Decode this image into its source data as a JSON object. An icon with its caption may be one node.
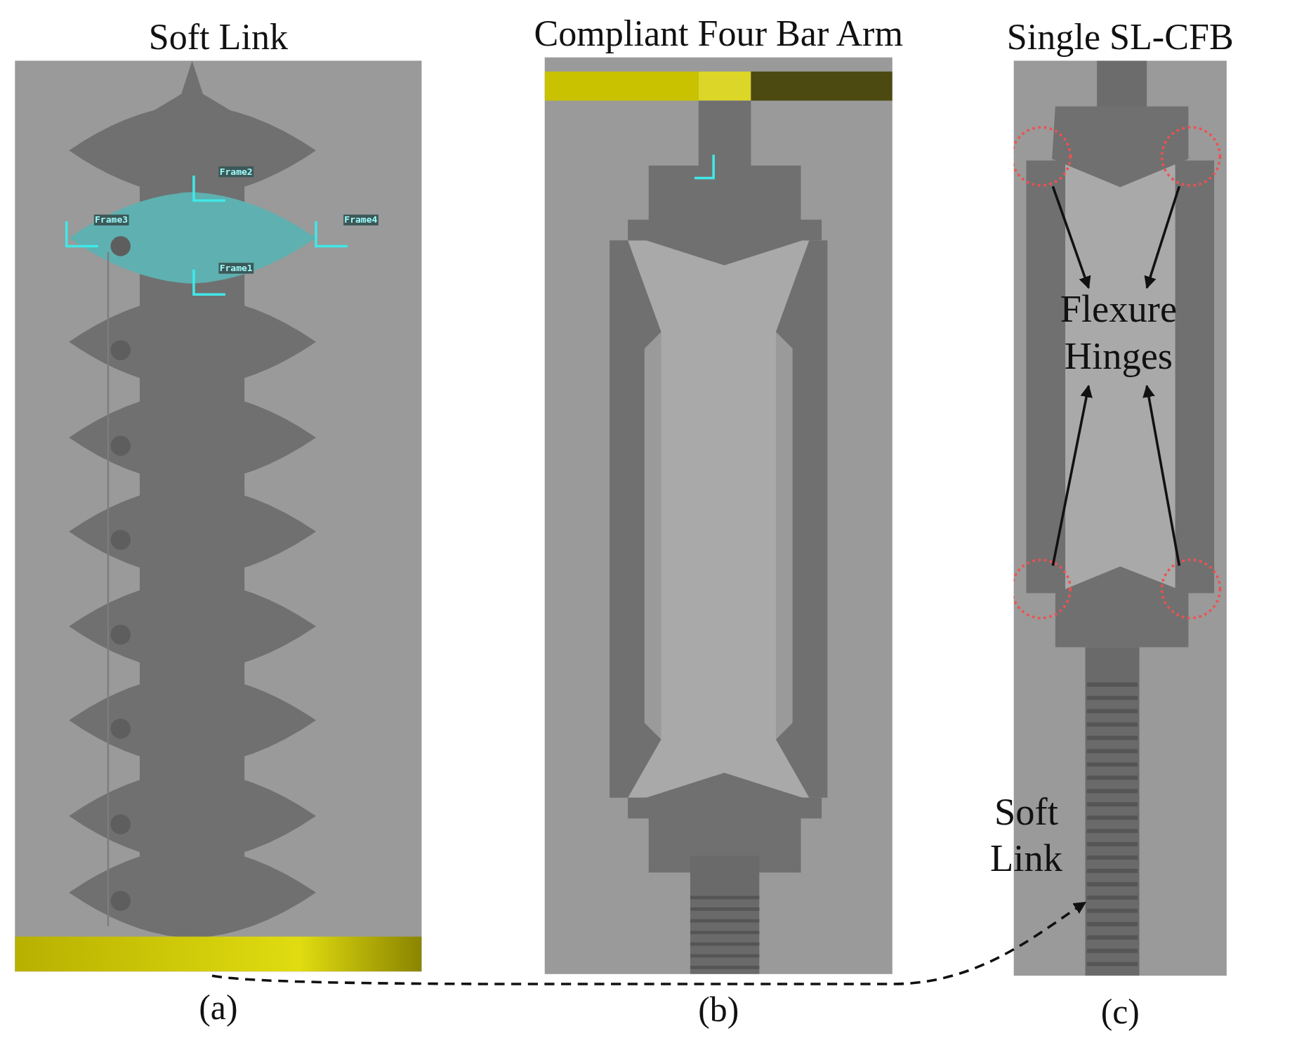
{
  "diagram": {
    "nodes": [
      {
        "text": [
          "Soft Link"
        ],
        "beside": [
          "(a)"
        ]
      },
      {
        "text": [
          "Compliant Four Bar Arm"
        ],
        "beside": [
          "(b)"
        ]
      },
      {
        "text": [
          "Single SL-CFB"
        ],
        "beside": [
          "(c)"
        ]
      },
      {
        "text": [],
        "shape": "picture",
        "in": 0
      },
      {
        "text": [
          "Flexure Hinges"
        ],
        "in": 2
      },
      {
        "text": [],
        "shape": "picture",
        "in": 2
      },
      {
        "text": [],
        "shape": "circle",
        "in": 2
      },
      {
        "text": [],
        "shape": "circle",
        "in": 2
      },
      {
        "text": [],
        "shape": "circle",
        "in": 2
      },
      {
        "text": [],
        "shape": "circle",
        "in": 2
      }
    ],
    "edges": [
      {
        "from": 3,
        "to": 5,
        "arrow": "to",
        "style": "dashed"
      },
      {
        "from": 6,
        "to": 4,
        "arrow": "to"
      },
      {
        "from": 7,
        "to": 4,
        "arrow": "to"
      },
      {
        "from": 8,
        "to": 4,
        "arrow": "to"
      },
      {
        "from": 9,
        "to": 4,
        "arrow": "to"
      }
    ],
    "labels": [
      "Frame2",
      "Frame3",
      "Frame4",
      "Soft Link",
      "Frame1"
    ]
  }
}
